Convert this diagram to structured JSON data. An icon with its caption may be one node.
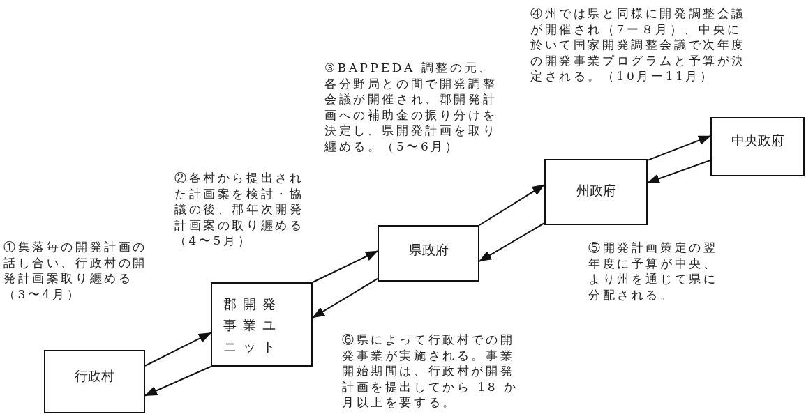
{
  "diagram": {
    "nodes": [
      {
        "text": [
          "行政村"
        ]
      },
      {
        "text": [
          "郡開発事業ユニット"
        ]
      },
      {
        "text": [
          "県政府"
        ]
      },
      {
        "text": [
          "州政府"
        ]
      },
      {
        "text": [
          "中央政府"
        ]
      }
    ],
    "edges": [
      {
        "from": 0,
        "to": 1,
        "arrow": "to"
      },
      {
        "from": 1,
        "to": 0,
        "arrow": "to"
      },
      {
        "from": 1,
        "to": 2,
        "arrow": "to"
      },
      {
        "from": 2,
        "to": 1,
        "arrow": "to"
      },
      {
        "from": 2,
        "to": 3,
        "arrow": "to"
      },
      {
        "from": 3,
        "to": 2,
        "arrow": "to"
      },
      {
        "from": 3,
        "to": 4,
        "arrow": "to"
      },
      {
        "from": 4,
        "to": 3,
        "arrow": "to"
      }
    ],
    "labels": [
      "④州では県と同様に開発調整会議が開催され（7ー８月）、中央に於いて国家開発調整会議で次年度の開発事業プログラムと予算が決定される。（10月ー11月）",
      "③BAPPEDA 調整の元、各分野局との間で開発調整会議が開催され、郡開発計画への補助金の振り分けを決定し、県開発計画を取り纏める。（5〜6月）",
      "②各村から提出された計画案を検討・協議の後、郡年次開発計画案の取り纏める（4〜5月）",
      "①集落毎の開発計画の話し合い、行政村の開発計画案取り纏める（3〜4月）",
      "⑤開発計画策定の翌年度に予算が中央、より州を通じて県に分配される。",
      "⑥県によって行政村での開発事業が実施される。事業開始期間は、行政村が開発計画を提出してから 18 か月以上を要する。"
    ]
  }
}
